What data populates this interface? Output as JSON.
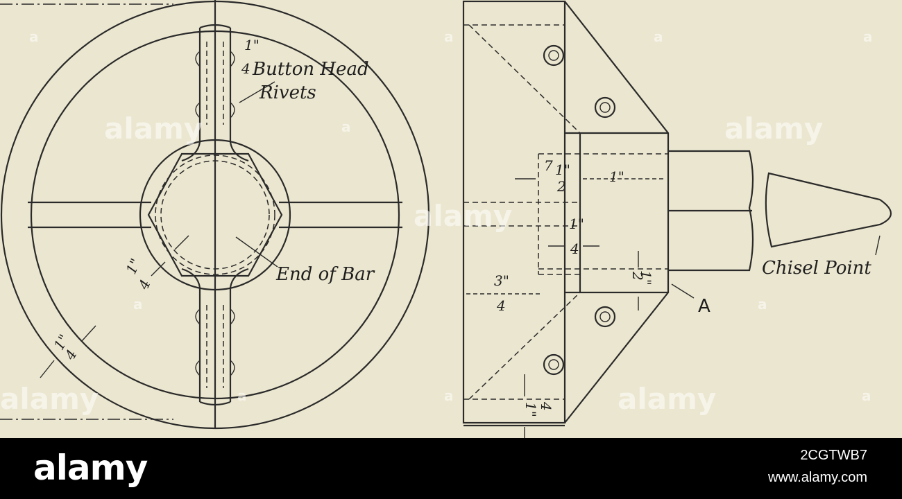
{
  "labels": {
    "rivet_size": "1\"",
    "rivet_fraction": "4",
    "rivets_line1": "Button Head",
    "rivets_line2": "Rivets",
    "end_of_bar": "End of Bar",
    "chisel_point": "Chisel Point",
    "point_a": "A",
    "quarter_inch": "1\"",
    "quarter_inch_frac": "4",
    "half_inch_top": "1\"",
    "half_inch_bottom": "2",
    "one_inch": "1\"",
    "small_quarter_top": "1\"",
    "small_quarter_bottom": "4",
    "three_quarter_top": "3\"",
    "three_quarter_bottom": "4",
    "seven": "7",
    "half_small": "1\"",
    "half_small_bottom": "2",
    "bottom_quarter": "1\"",
    "bottom_quarter_frac": "4",
    "ring_quarter": "1\"",
    "ring_quarter_frac": "4"
  },
  "watermark": {
    "text": "alamy",
    "dot": "a"
  },
  "footer": {
    "logo": "alamy",
    "image_id": "2CGTWB7",
    "url": "www.alamy.com"
  }
}
